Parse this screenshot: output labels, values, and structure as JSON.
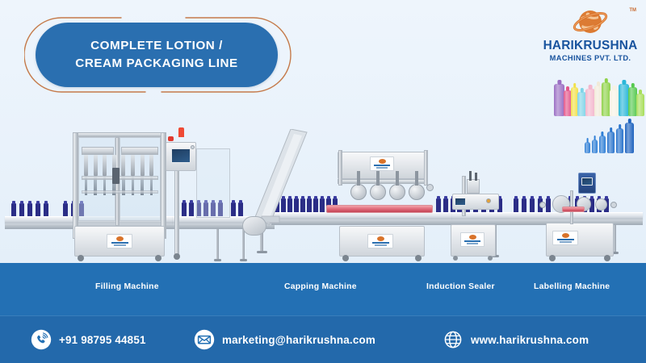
{
  "page": {
    "bg_top_color": "#eaf2fa",
    "bg_bottom_color": "#2370b4",
    "footer_color": "#2369ab",
    "accent_blue": "#2a6fb0",
    "accent_copper": "#c57a4a",
    "brand_blue": "#18539e"
  },
  "header": {
    "title_line1": "COMPLETE LOTION /",
    "title_line2": "CREAM PACKAGING LINE",
    "pill_color": "#2a6fb0",
    "outline_color": "#c57a4a"
  },
  "logo": {
    "company_name": "HARIKRUSHNA",
    "company_sub": "MACHINES PVT. LTD.",
    "trademark": "TM",
    "globe_icon": "globe-orbit-icon",
    "globe_color": "#d9732a",
    "text_color": "#18539e"
  },
  "product_showcase": {
    "top_row_label": "cosmetic-bottles",
    "top_bottles": [
      {
        "color": "#9b6fc4",
        "width": 13,
        "height": 40
      },
      {
        "color": "#e4568a",
        "width": 10,
        "height": 32
      },
      {
        "color": "#f2e14a",
        "width": 9,
        "height": 36
      },
      {
        "color": "#7fd4e8",
        "width": 11,
        "height": 30
      },
      {
        "color": "#f3b7cd",
        "width": 12,
        "height": 34
      },
      {
        "color": "#f1ead9",
        "width": 10,
        "height": 38
      },
      {
        "color": "#8fd24a",
        "width": 11,
        "height": 42
      },
      {
        "color": "#f7f2e4",
        "width": 12,
        "height": 33
      },
      {
        "color": "#2bb7d9",
        "width": 13,
        "height": 40
      },
      {
        "color": "#56c94f",
        "width": 11,
        "height": 36
      },
      {
        "color": "#a8de5b",
        "width": 10,
        "height": 28
      }
    ],
    "bottom_row_label": "blue-bottles-size-range",
    "bottom_bottles": [
      {
        "color": "#2f7fd6",
        "width": 7,
        "height": 14
      },
      {
        "color": "#2f7fd6",
        "width": 7,
        "height": 17
      },
      {
        "color": "#2f7fd6",
        "width": 8,
        "height": 22
      },
      {
        "color": "#2a74cc",
        "width": 9,
        "height": 27
      },
      {
        "color": "#2a74cc",
        "width": 9,
        "height": 31
      },
      {
        "color": "#1f63bf",
        "width": 11,
        "height": 38
      }
    ]
  },
  "production_line": {
    "machines": [
      {
        "id": "filling",
        "label": "Filling Machine",
        "label_x": 118,
        "has_hmi": true,
        "has_estop": true
      },
      {
        "id": "capping",
        "label": "Capping Machine",
        "label_x": 352,
        "has_hmi": true,
        "has_estop": false
      },
      {
        "id": "induction",
        "label": "Induction Sealer",
        "label_x": 528,
        "has_hmi": false,
        "has_estop": false
      },
      {
        "id": "labelling",
        "label": "Labelling Machine",
        "label_x": 661,
        "has_hmi": true,
        "has_estop": false
      }
    ],
    "conveyor_bottle_color": "#2b2d86",
    "product_on_line": "blue lotion bottles"
  },
  "footer": {
    "phone": {
      "icon": "phone-call-icon",
      "text": "+91 98795 44851"
    },
    "email": {
      "icon": "envelope-icon",
      "text": "marketing@harikrushna.com"
    },
    "website": {
      "icon": "globe-icon",
      "text": "www.harikrushna.com"
    }
  }
}
